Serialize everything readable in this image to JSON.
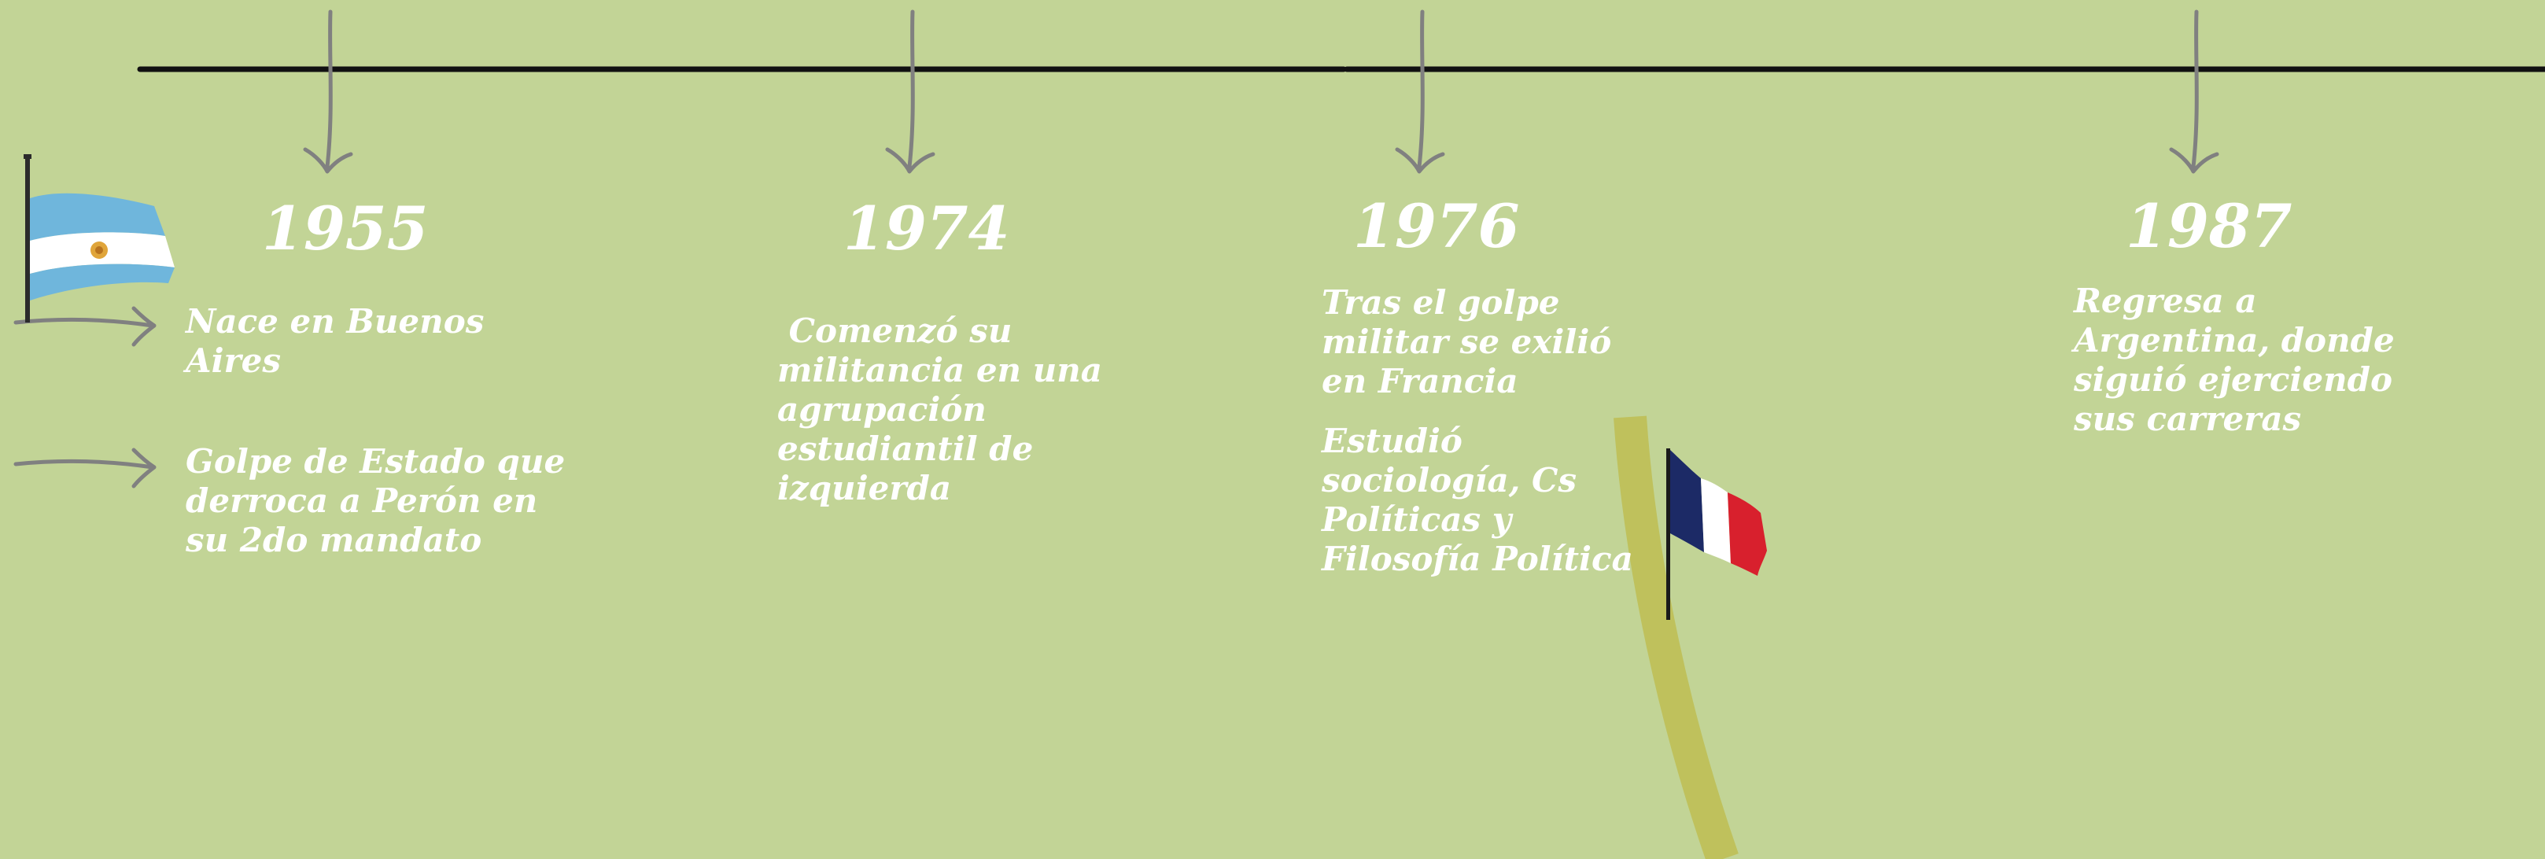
{
  "colors": {
    "background": "#c2d496",
    "timeline": "#111111",
    "arrow": "#808080",
    "text": "#ffffff",
    "stripe": "#bfc15c",
    "flag_argentina_blue": "#6fb6dc",
    "flag_argentina_sun": "#e0a53a",
    "flag_france_blue": "#1c2a66",
    "flag_france_white": "#ffffff",
    "flag_france_red": "#d8202d"
  },
  "icons": {
    "argentina_flag": "argentina-flag-icon",
    "france_flag": "france-flag-icon",
    "arrow": "arrow-icon"
  },
  "milestones": [
    {
      "year": "1955",
      "events": [
        "Nace en Buenos\nAires",
        "Golpe de Estado que\nderroca a Perón en\nsu 2do mandato"
      ]
    },
    {
      "year": "1974",
      "events": [
        " Comenzó su\nmilitancia en una\nagrupación\nestudiantil de\nizquierda"
      ]
    },
    {
      "year": "1976",
      "events": [
        "Tras el golpe\nmilitar se exilió\nen Francia",
        "Estudió\nsociología, Cs\nPolíticas y\nFilosofía Política"
      ]
    },
    {
      "year": "1987",
      "events": [
        "Regresa a\nArgentina, donde\nsiguió ejerciendo\nsus carreras"
      ]
    }
  ]
}
